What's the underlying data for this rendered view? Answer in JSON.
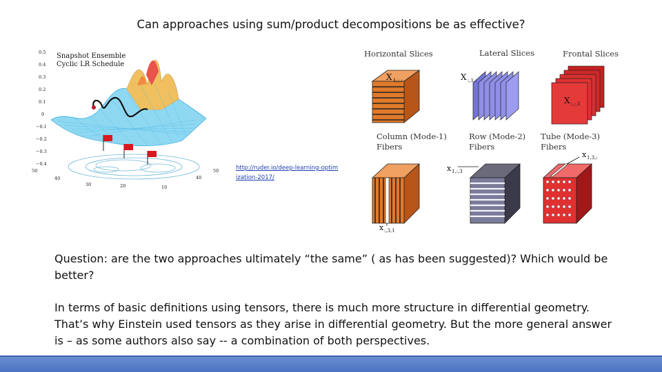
{
  "title": "Can approaches using sum/product decompositions be as effective?",
  "left_figure": {
    "legend_line_1": "Snapshot Ensemble",
    "legend_line_2": "Cyclic LR Schedule",
    "z_ticks": [
      "0.5",
      "0.4",
      "0.3",
      "0.2",
      "0.1",
      "0",
      "−0.1",
      "−0.2",
      "−0.3",
      "−0.4"
    ],
    "base_ticks": [
      "50",
      "40",
      "30",
      "20",
      "10",
      "50",
      "40"
    ],
    "colors": {
      "surface": "#58c7ef",
      "peak": "#e9534a",
      "flag": "#d9181e",
      "path": "#111111"
    }
  },
  "link": {
    "text": "http://ruder.io/deep-learning-optimization-2017/"
  },
  "tensor_figure": {
    "labels": {
      "horizontal": "Horizontal Slices",
      "lateral": "Lateral Slices",
      "frontal": "Frontal Slices",
      "column_1": "Column (Mode-1)",
      "column_2": "Fibers",
      "row_1": "Row (Mode-2)",
      "row_2": "Fibers",
      "tube_1": "Tube (Mode-3)",
      "tube_2": "Fibers"
    },
    "math": {
      "x1": "X",
      "x1_sub": "1,:,:",
      "x2": "X",
      "x2_sub": ":,1,:",
      "x3": "X",
      "x3_sub": ":,:,1",
      "col": "x",
      "col_sub": ":,3,1",
      "row": "x",
      "row_sub": "1,:,3",
      "tube": "x",
      "tube_sub": "1,3,:"
    },
    "colors": {
      "horizontal": "#e07a2a",
      "lateral": "#8f8fe8",
      "frontal": "#e03030",
      "dark": "#1a1a1a"
    }
  },
  "body": {
    "paragraph_1": "Question: are the two approaches ultimately “the same” ( as has been suggested)? Which would be better?",
    "paragraph_2": "In terms of basic definitions using tensors, there is much more structure in differential geometry. That’s why Einstein used tensors as they arise in differential geometry. But the more general answer is – as some authors also say -- a combination of both perspectives."
  }
}
